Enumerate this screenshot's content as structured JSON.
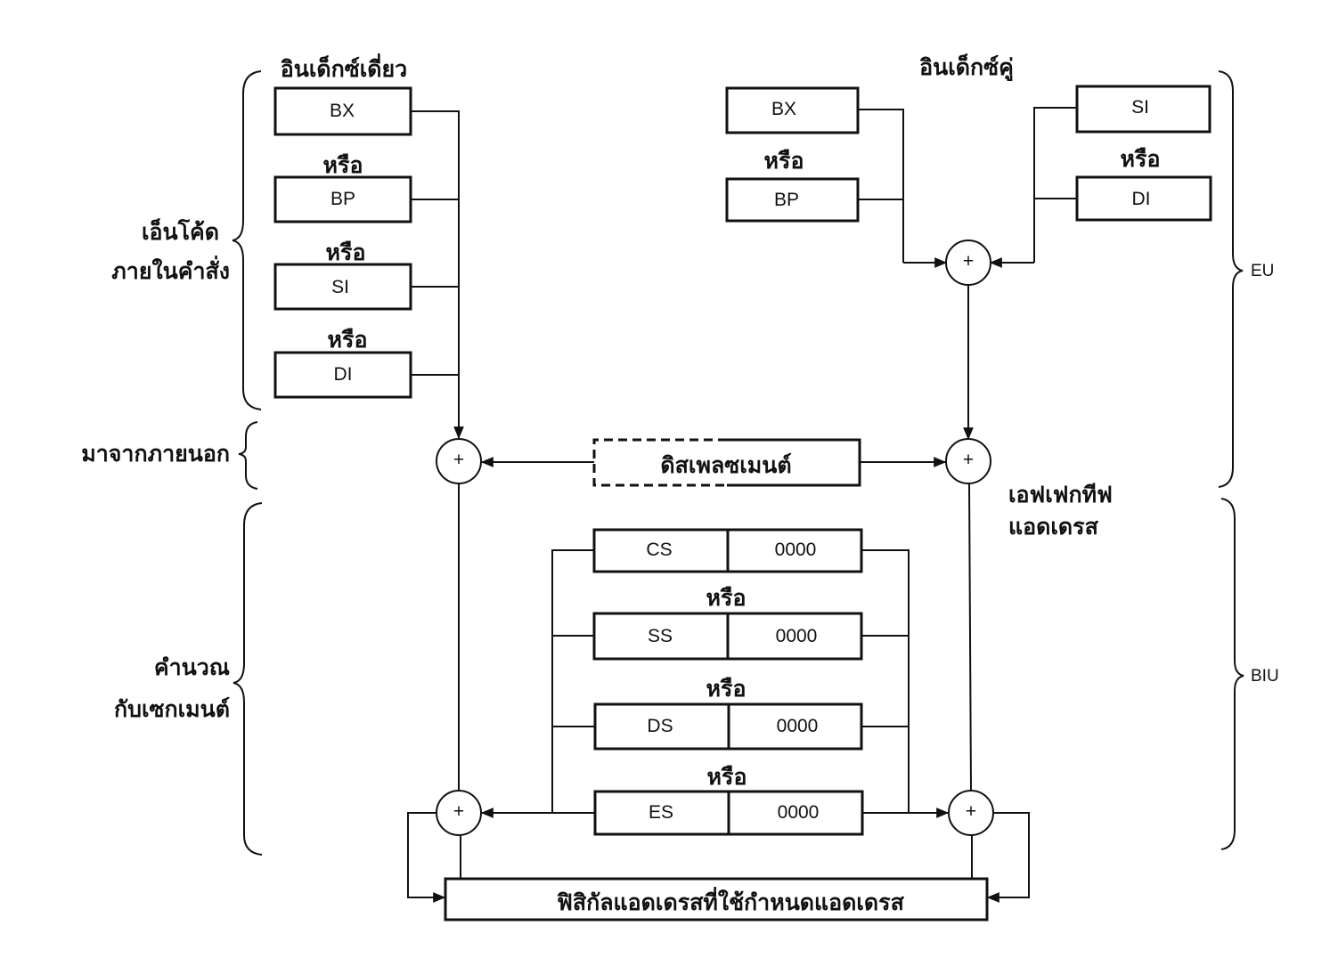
{
  "single_index": {
    "title": "อินเด็กซ์เดี่ยว",
    "registers": [
      "BX",
      "BP",
      "SI",
      "DI"
    ],
    "or_label": "หรือ"
  },
  "double_index": {
    "title": "อินเด็กซ์คู่",
    "base_registers": [
      "BX",
      "BP"
    ],
    "index_registers": [
      "SI",
      "DI"
    ],
    "or_label": "หรือ"
  },
  "left_labels": {
    "encoded": [
      "เอ็นโค้ด",
      "ภายในคำสั่ง"
    ],
    "external": "มาจากภายนอก",
    "segment_calc": [
      "คำนวณ",
      "กับเซกเมนต์"
    ]
  },
  "displacement": "ดิสเพลซเมนต์",
  "effective_address": [
    "เอฟเฟกทีฟ",
    "แอดเดรส"
  ],
  "segments": {
    "rows": [
      {
        "name": "CS",
        "shift": "0000"
      },
      {
        "name": "SS",
        "shift": "0000"
      },
      {
        "name": "DS",
        "shift": "0000"
      },
      {
        "name": "ES",
        "shift": "0000"
      }
    ],
    "or_label": "หรือ"
  },
  "adder_symbol": "+",
  "physical_address": "ฟิสิกัลแอดเดรสที่ใช้กำหนดแอดเดรส",
  "right_labels": {
    "eu": "EU",
    "biu": "BIU"
  }
}
